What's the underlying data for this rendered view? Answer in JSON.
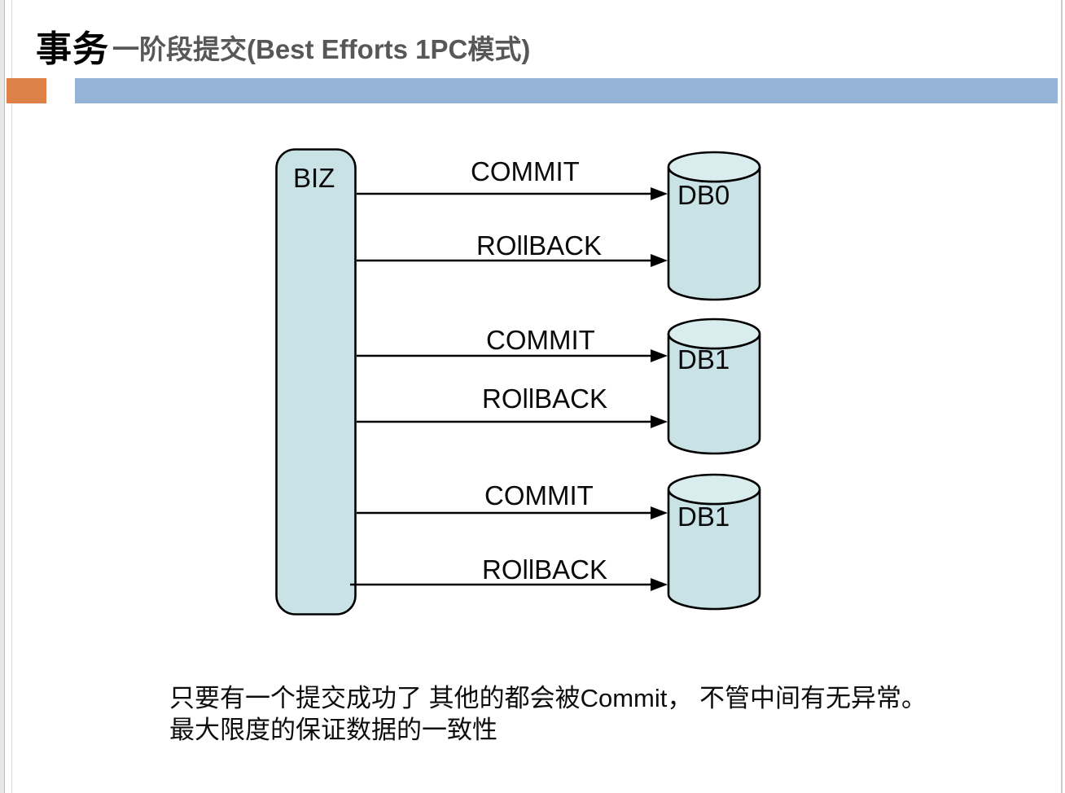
{
  "slide": {
    "title": "事务",
    "subtitle": "一阶段提交(Best Efforts 1PC模式)"
  },
  "diagram": {
    "biz_label": "BIZ",
    "flows": [
      {
        "db_label": "DB0",
        "commit_label": "COMMIT",
        "rollback_label": "ROllBACK"
      },
      {
        "db_label": "DB1",
        "commit_label": "COMMIT",
        "rollback_label": "ROllBACK"
      },
      {
        "db_label": "DB1",
        "commit_label": "COMMIT",
        "rollback_label": "ROllBACK"
      }
    ]
  },
  "caption": {
    "line1": "只要有一个提交成功了 其他的都会被Commit， 不管中间有无异常。",
    "line2": "最大限度的保证数据的一致性"
  },
  "colors": {
    "accent_orange": "#dd8148",
    "accent_blue": "#95b3d7",
    "shape_fill": "#c9e2e6",
    "shape_fill_top": "#d9edef",
    "shape_stroke": "#000000",
    "subtitle_gray": "#575757"
  }
}
